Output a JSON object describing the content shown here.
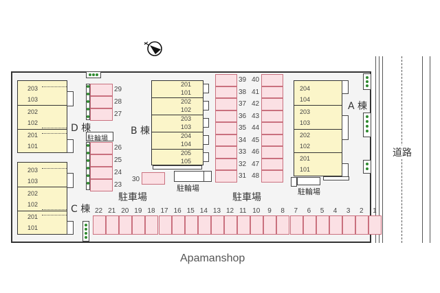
{
  "compass": {
    "icon": "north-arrow-compass-icon",
    "direction": "N"
  },
  "road": {
    "label": "道路"
  },
  "footer": {
    "brand": "Apamanshop"
  },
  "labels": {
    "parking": "駐車場",
    "bike_parking": "駐輪場",
    "building_a": "A 棟",
    "building_b": "B 棟",
    "building_c": "C 棟",
    "building_d": "D 棟"
  },
  "buildings": {
    "D": {
      "units": [
        [
          "203",
          "103"
        ],
        [
          "202",
          "102"
        ],
        [
          "201",
          "101"
        ]
      ]
    },
    "C": {
      "units": [
        [
          "203",
          "103"
        ],
        [
          "202",
          "102"
        ],
        [
          "201",
          "101"
        ]
      ]
    },
    "B": {
      "units": [
        [
          "201",
          "101"
        ],
        [
          "202",
          "102"
        ],
        [
          "203",
          "103"
        ],
        [
          "204",
          "104"
        ],
        [
          "205",
          "105"
        ]
      ]
    },
    "A": {
      "units": [
        [
          "204",
          "104"
        ],
        [
          "203",
          "103"
        ],
        [
          "202",
          "102"
        ],
        [
          "201",
          "101"
        ]
      ]
    }
  },
  "parking_spaces": {
    "bottom_row": [
      "22",
      "21",
      "20",
      "19",
      "18",
      "17",
      "16",
      "15",
      "14",
      "13",
      "12",
      "11",
      "10",
      "9",
      "8",
      "7",
      "6",
      "5",
      "4",
      "3",
      "2",
      "1"
    ],
    "left_column_top": [
      "29",
      "28",
      "27"
    ],
    "left_column_bottom": [
      "26",
      "25",
      "24",
      "23"
    ],
    "single": "30",
    "center_left_column": [
      "39",
      "38",
      "37",
      "36",
      "35",
      "34",
      "33",
      "32",
      "31"
    ],
    "center_right_column": [
      "40",
      "41",
      "42",
      "43",
      "44",
      "45",
      "46",
      "47",
      "48"
    ]
  },
  "colors": {
    "building_fill": "#fbf5c9",
    "parking_fill": "#fbe0e4",
    "parking_border": "#c9707e",
    "hedge_dot": "#2f8a2f"
  }
}
